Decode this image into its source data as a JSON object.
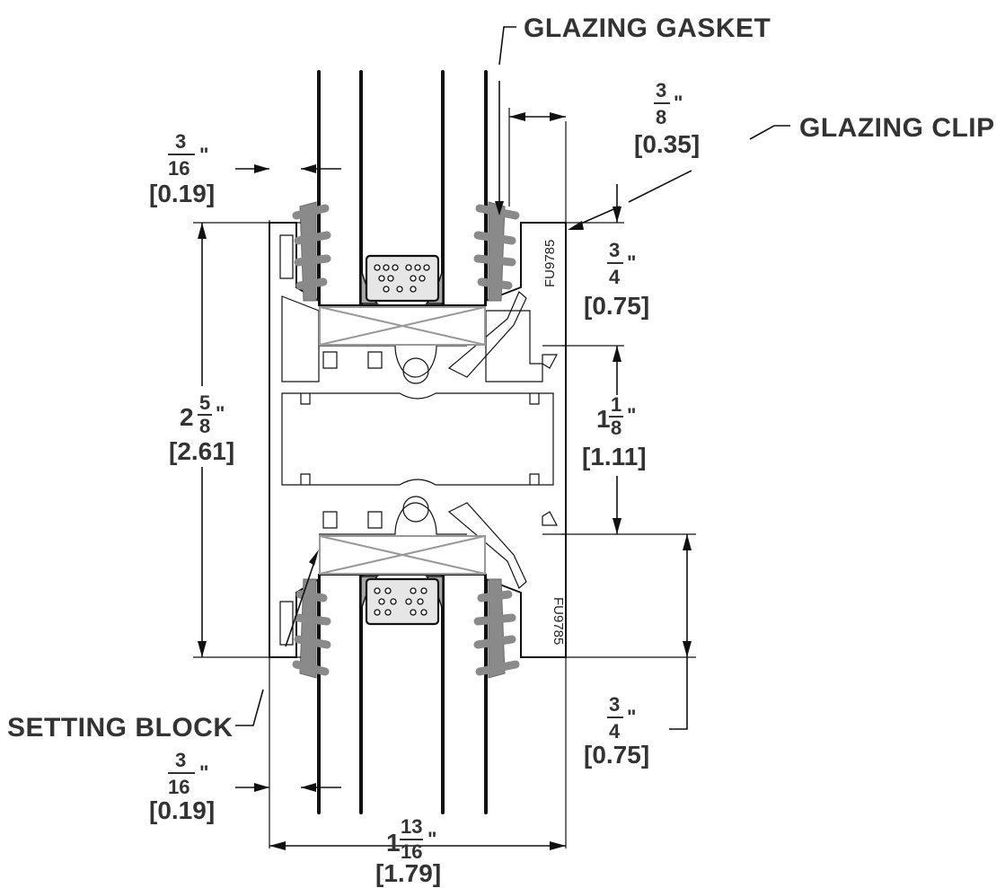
{
  "callouts": {
    "glazing_gasket": "GLAZING GASKET",
    "glazing_clip": "GLAZING CLIP",
    "setting_block": "SETTING BLOCK"
  },
  "part_numbers": {
    "top": "FU9785",
    "bottom": "FU9785"
  },
  "dimensions": {
    "clip_width": {
      "num": "3",
      "den": "8",
      "unit": "\"",
      "decimal": "[0.35]"
    },
    "glass_bite_top": {
      "num": "3",
      "den": "16",
      "unit": "\"",
      "decimal": "[0.19]"
    },
    "clip_height_top": {
      "num": "3",
      "den": "4",
      "unit": "\"",
      "decimal": "[0.75]"
    },
    "overall_height": {
      "whole": "2",
      "num": "5",
      "den": "8",
      "unit": "\"",
      "decimal": "[2.61]"
    },
    "middle_height": {
      "whole": "1",
      "num": "1",
      "den": "8",
      "unit": "\"",
      "decimal": "[1.11]"
    },
    "clip_height_bottom": {
      "num": "3",
      "den": "4",
      "unit": "\"",
      "decimal": "[0.75]"
    },
    "glass_bite_bottom": {
      "num": "3",
      "den": "16",
      "unit": "\"",
      "decimal": "[0.19]"
    },
    "overall_width": {
      "whole": "1",
      "num": "13",
      "den": "16",
      "unit": "\"",
      "decimal": "[1.79]"
    }
  },
  "colors": {
    "gasket": "#8a8a8a",
    "line": "#111111",
    "text": "#333333"
  }
}
